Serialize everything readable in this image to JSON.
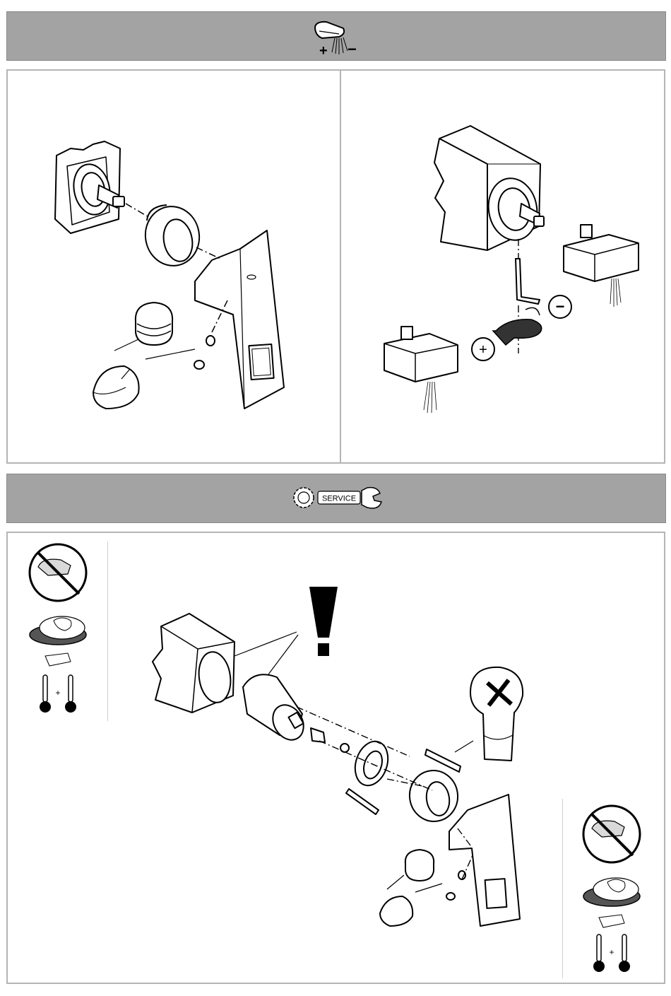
{
  "header_top": {
    "icon": "spray-flow-adjust-icon",
    "plus_symbol": "+",
    "minus_symbol": "−"
  },
  "step_left": {
    "icon": "handle-removal-exploded-view"
  },
  "step_right": {
    "icon": "hex-key-flow-limit-adjust",
    "plus_label": "+",
    "minus_label": "−"
  },
  "header_service": {
    "badge_label": "SERVICE",
    "icons": [
      "gear-icon",
      "wrench-icon"
    ]
  },
  "service_panel": {
    "icon": "cartridge-replacement-exploded-view",
    "warning_symbol": "!",
    "left_column": {
      "icons": [
        "water-off-icon",
        "turn-off-supply-icon",
        "thermometer-icon",
        "thermometer-icon"
      ],
      "plus_text": "+"
    },
    "right_column": {
      "icons": [
        "water-off-icon",
        "turn-off-supply-icon",
        "thermometer-icon",
        "thermometer-icon"
      ],
      "plus_text": "+"
    }
  },
  "colors": {
    "band": "#a3a3a3",
    "panel_border": "#b5b5b5",
    "ink": "#000000"
  }
}
